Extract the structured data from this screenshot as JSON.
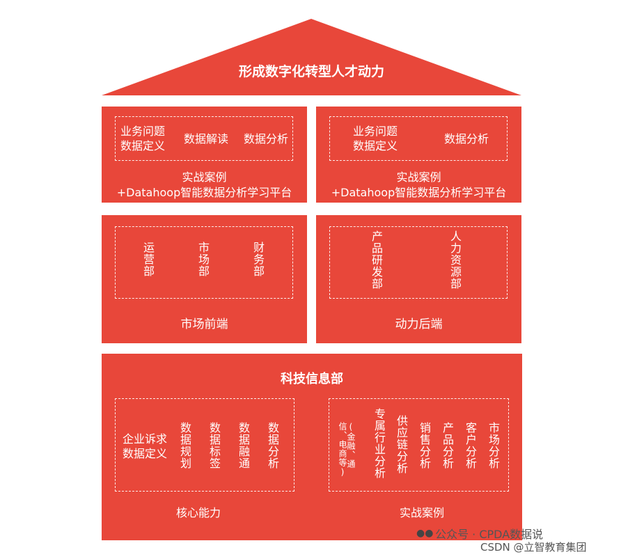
{
  "roof": {
    "title": "形成数字化转型人才动力"
  },
  "top_left": {
    "items": [
      "业务问题\n数据定义",
      "数据解读",
      "数据分析"
    ],
    "caption_line1": "实战案例",
    "caption_line2": "+Datahoop智能数据分析学习平台"
  },
  "top_right": {
    "items": [
      "业务问题\n数据定义",
      "数据分析"
    ],
    "caption_line1": "实战案例",
    "caption_line2": "+Datahoop智能数据分析学习平台"
  },
  "middle_left": {
    "departments": [
      "运营部",
      "市场部",
      "财务部"
    ],
    "title": "市场前端"
  },
  "middle_right": {
    "departments": [
      "产品研发部",
      "人力资源部"
    ],
    "title": "动力后端"
  },
  "bottom": {
    "title": "科技信息部",
    "core": {
      "lead": "企业诉求\n数据定义",
      "items": [
        "数据规划",
        "数据标签",
        "数据融通",
        "数据分析"
      ],
      "caption": "核心能力"
    },
    "cases": {
      "note": "(金融、通信、电商等)",
      "items": [
        "专属行业分析",
        "供应链分析",
        "销售分析",
        "产品分析",
        "客户分析",
        "市场分析"
      ],
      "caption": "实战案例"
    }
  },
  "watermark": {
    "line1": "公众号 · CPDA数据说",
    "line2": "CSDN @立智教育集团"
  },
  "colors": {
    "primary": "#e8473a",
    "text": "#ffffff"
  }
}
